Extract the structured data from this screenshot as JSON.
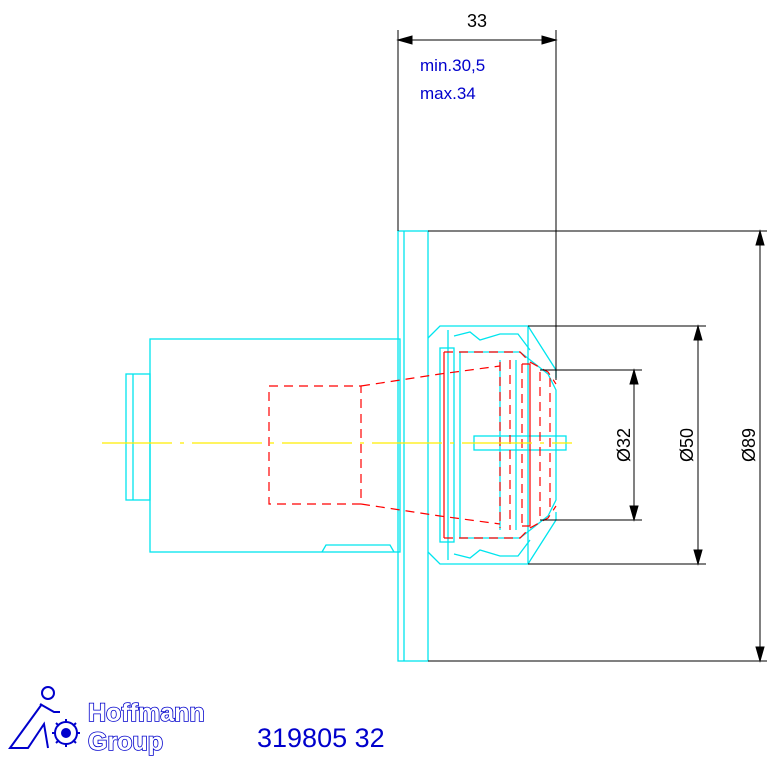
{
  "drawing": {
    "top_dimension": "33",
    "insertion_note": {
      "min": "min.30,5",
      "max": "max.34"
    },
    "diameters": {
      "d32": "Ø32",
      "d50": "Ø50",
      "d89": "Ø89"
    },
    "colors": {
      "body": "#00e5ee",
      "hidden": "#ff0000",
      "centerline": "#ffee00",
      "dimension": "#000000",
      "note": "#0000cc",
      "brand": "#0000cc"
    }
  },
  "footer": {
    "brand_line1": "Hoffmann",
    "brand_line2": "Group",
    "part_number": "319805 32"
  }
}
